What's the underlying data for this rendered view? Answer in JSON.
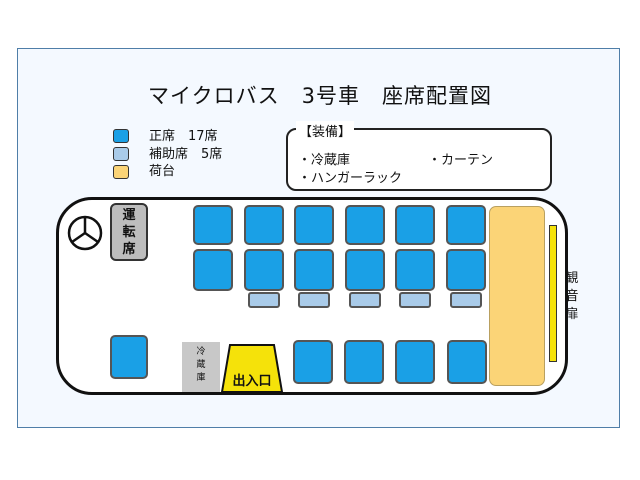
{
  "title": "マイクロバス　3号車　座席配置図",
  "legend": [
    {
      "label": "正席　17席",
      "color": "#1aa0e6"
    },
    {
      "label": "補助席　5席",
      "color": "#a9cbe9"
    },
    {
      "label": "荷台",
      "color": "#fbd477"
    }
  ],
  "equipment": {
    "title": "【装備】",
    "items": [
      "・冷蔵庫",
      "・カーテン",
      "・ハンガーラック"
    ]
  },
  "layout": {
    "driver_seat": "運\n転\n席",
    "fridge": "冷\n蔵\n庫",
    "entrance": "出入口",
    "kannon_door": "観\n音\n扉"
  },
  "icons": {
    "steering": "steering-wheel-icon"
  },
  "colors": {
    "regular_seat": "#1aa0e6",
    "aux_seat": "#a9cbe9",
    "cargo": "#fbd477",
    "door": "#f5e20a",
    "entrance": "#f5e20a"
  }
}
